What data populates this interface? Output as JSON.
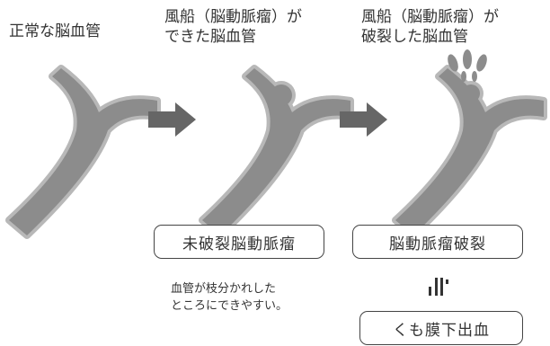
{
  "stages": [
    {
      "title_lines": [
        "正常な脳血管"
      ]
    },
    {
      "title_lines": [
        "風船（脳動脈瘤）が",
        "できた脳血管"
      ]
    },
    {
      "title_lines": [
        "風船（脳動脈瘤）が",
        "破裂した脳血管"
      ]
    }
  ],
  "labels": {
    "unruptured": "未破裂脳動脈瘤",
    "ruptured": "脳動脈瘤破裂",
    "result": "くも膜下出血"
  },
  "note_lines": [
    "血管が枝分かれした",
    "ところにできやすい。"
  ],
  "icons": {
    "arrow": "right-arrow-icon",
    "equiv": "equivalent-icon"
  },
  "colors": {
    "vessel_outer": "#b8b8b8",
    "vessel_inner": "#8c8c8c",
    "arrow": "#666666",
    "text": "#333333"
  }
}
